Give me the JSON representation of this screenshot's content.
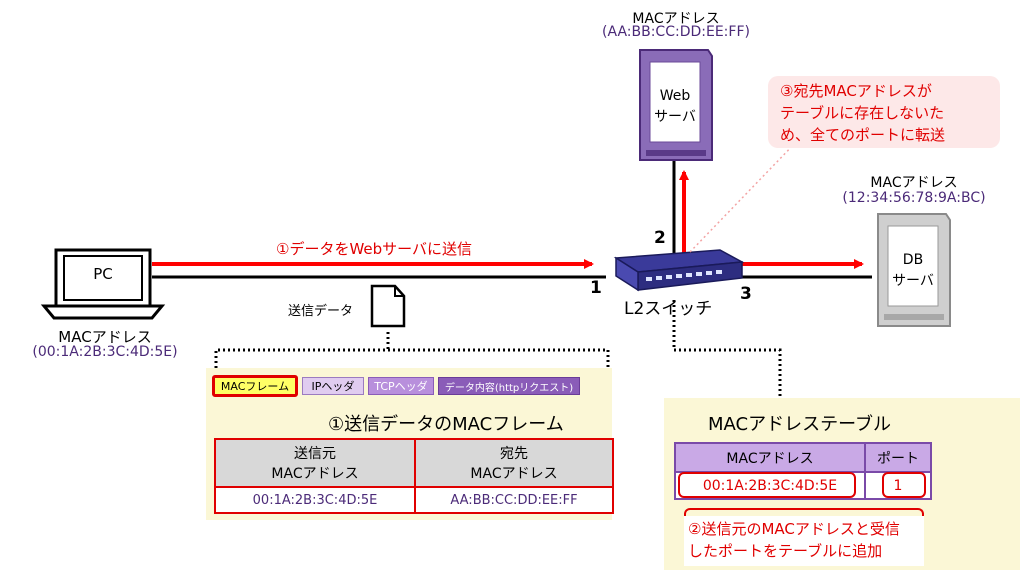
{
  "pc": {
    "label": "PC",
    "mac_title": "MACアドレス",
    "mac": "(00:1A:2B:3C:4D:5E)"
  },
  "web": {
    "label_line1": "Web",
    "label_line2": "サーバ",
    "mac_title": "MACアドレス",
    "mac": "(AA:BB:CC:DD:EE:FF)"
  },
  "db": {
    "label_line1": "DB",
    "label_line2": "サーバ",
    "mac_title": "MACアドレス",
    "mac": "(12:34:56:78:9A:BC)"
  },
  "switch": {
    "label": "L2スイッチ",
    "port1": "1",
    "port2": "2",
    "port3": "3"
  },
  "send_arrow_label": "①データをWebサーバに送信",
  "send_data_label": "送信データ",
  "note3": {
    "line1": "③宛先MACアドレスが",
    "line2": "テーブルに存在しないた",
    "line3": "め、全てのポートに転送"
  },
  "frame": {
    "headers": [
      "MACフレーム",
      "IPヘッダ",
      "TCPヘッダ",
      "データ内容(httpリクエスト)"
    ],
    "title": "①送信データのMACフレーム",
    "table": {
      "col1_line1": "送信元",
      "col1_line2": "MACアドレス",
      "col2_line1": "宛先",
      "col2_line2": "MACアドレス",
      "src": "00:1A:2B:3C:4D:5E",
      "dst": "AA:BB:CC:DD:EE:FF"
    }
  },
  "mac_table": {
    "title": "MACアドレステーブル",
    "col_mac": "MACアドレス",
    "col_port": "ポート",
    "row_mac": "00:1A:2B:3C:4D:5E",
    "row_port": "1",
    "note_line1": "②送信元のMACアドレスと受信",
    "note_line2": "したポートをテーブルに追加"
  },
  "colors": {
    "accent_red": "#ff0000",
    "purple": "#9b59c9",
    "frame_bg": "#fbf7d6",
    "table_header": "#d8d8d8"
  }
}
